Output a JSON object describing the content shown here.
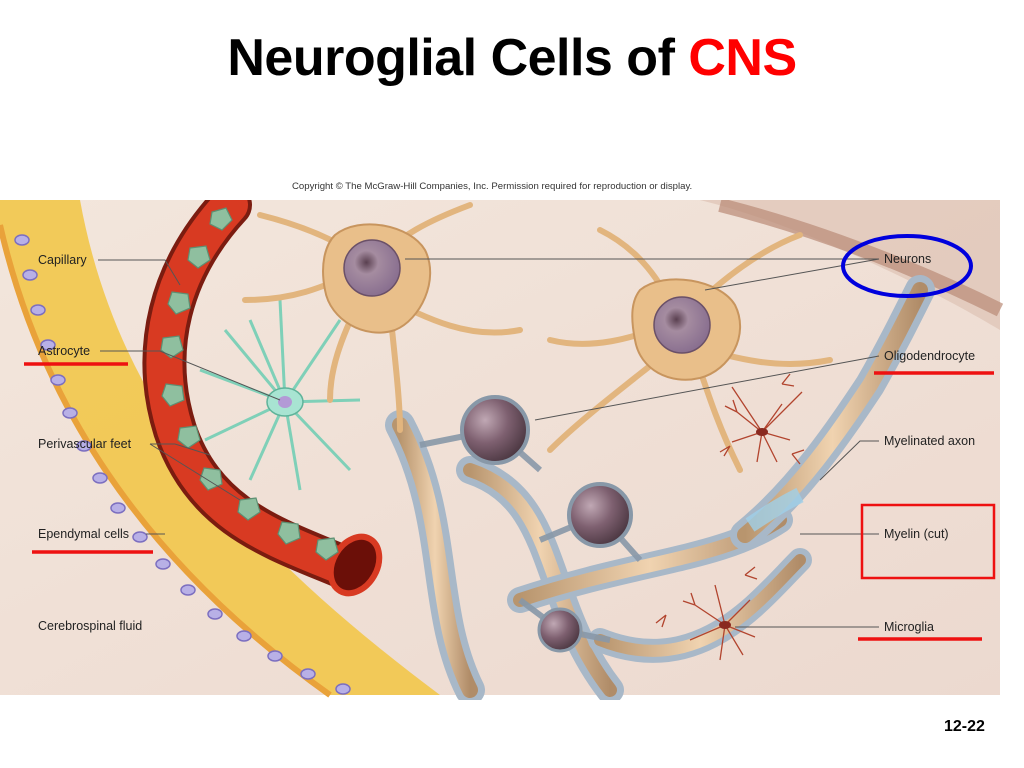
{
  "title": {
    "main": "Neuroglial Cells of ",
    "accent": "CNS"
  },
  "copyright": "Copyright © The McGraw-Hill Companies, Inc. Permission required for reproduction or display.",
  "labels": {
    "capillary": "Capillary",
    "astrocyte": "Astrocyte",
    "perivascular_feet": "Perivascular feet",
    "ependymal_cells": "Ependymal cells",
    "cerebrospinal_fluid": "Cerebrospinal fluid",
    "neurons": "Neurons",
    "oligodendrocyte": "Oligodendrocyte",
    "myelinated_axon": "Myelinated axon",
    "myelin_cut": "Myelin (cut)",
    "microglia": "Microglia"
  },
  "colors": {
    "accent": "#ff0000",
    "highlight_circle": "#0000dd",
    "underline": "#ee1111"
  },
  "slide_number": "12-22"
}
